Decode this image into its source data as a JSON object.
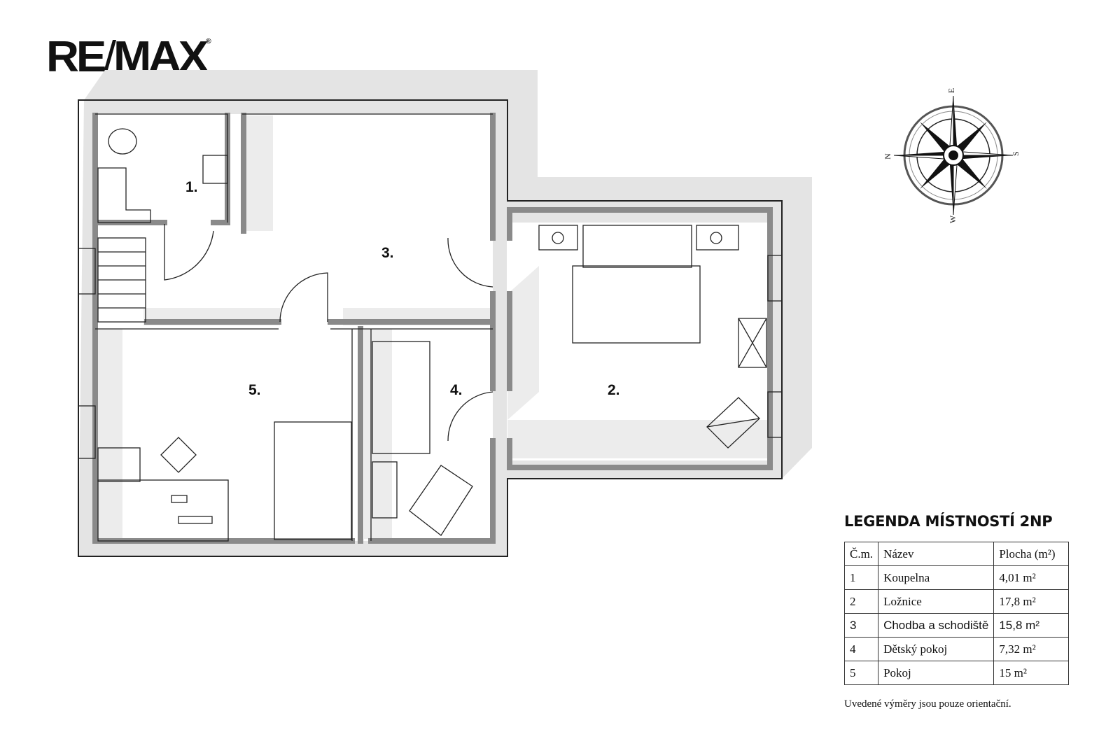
{
  "logo": {
    "text": "RE/MAX",
    "mark": "®"
  },
  "rooms": [
    {
      "label": "1."
    },
    {
      "label": "2."
    },
    {
      "label": "3."
    },
    {
      "label": "4."
    },
    {
      "label": "5."
    }
  ],
  "compass": {
    "n": "N",
    "e": "E",
    "s": "S",
    "w": "W"
  },
  "legend": {
    "title": "LEGENDA MÍSTNOSTÍ 2NP",
    "headers": [
      "Č.m.",
      "Název",
      "Plocha (m²)"
    ],
    "rows": [
      [
        "1",
        "Koupelna",
        "4,01 m²"
      ],
      [
        "2",
        "Ložnice",
        "17,8 m²"
      ],
      [
        "3",
        "Chodba a schodiště",
        "15,8 m²"
      ],
      [
        "4",
        "Dětský pokoj",
        "7,32 m²"
      ],
      [
        "5",
        "Pokoj",
        "15 m²"
      ]
    ],
    "note": "Uvedené výměry jsou pouze orientační."
  },
  "colors": {
    "wall": "#8a8a8a",
    "shadow": "#e4e4e4",
    "outline": "#222222"
  }
}
